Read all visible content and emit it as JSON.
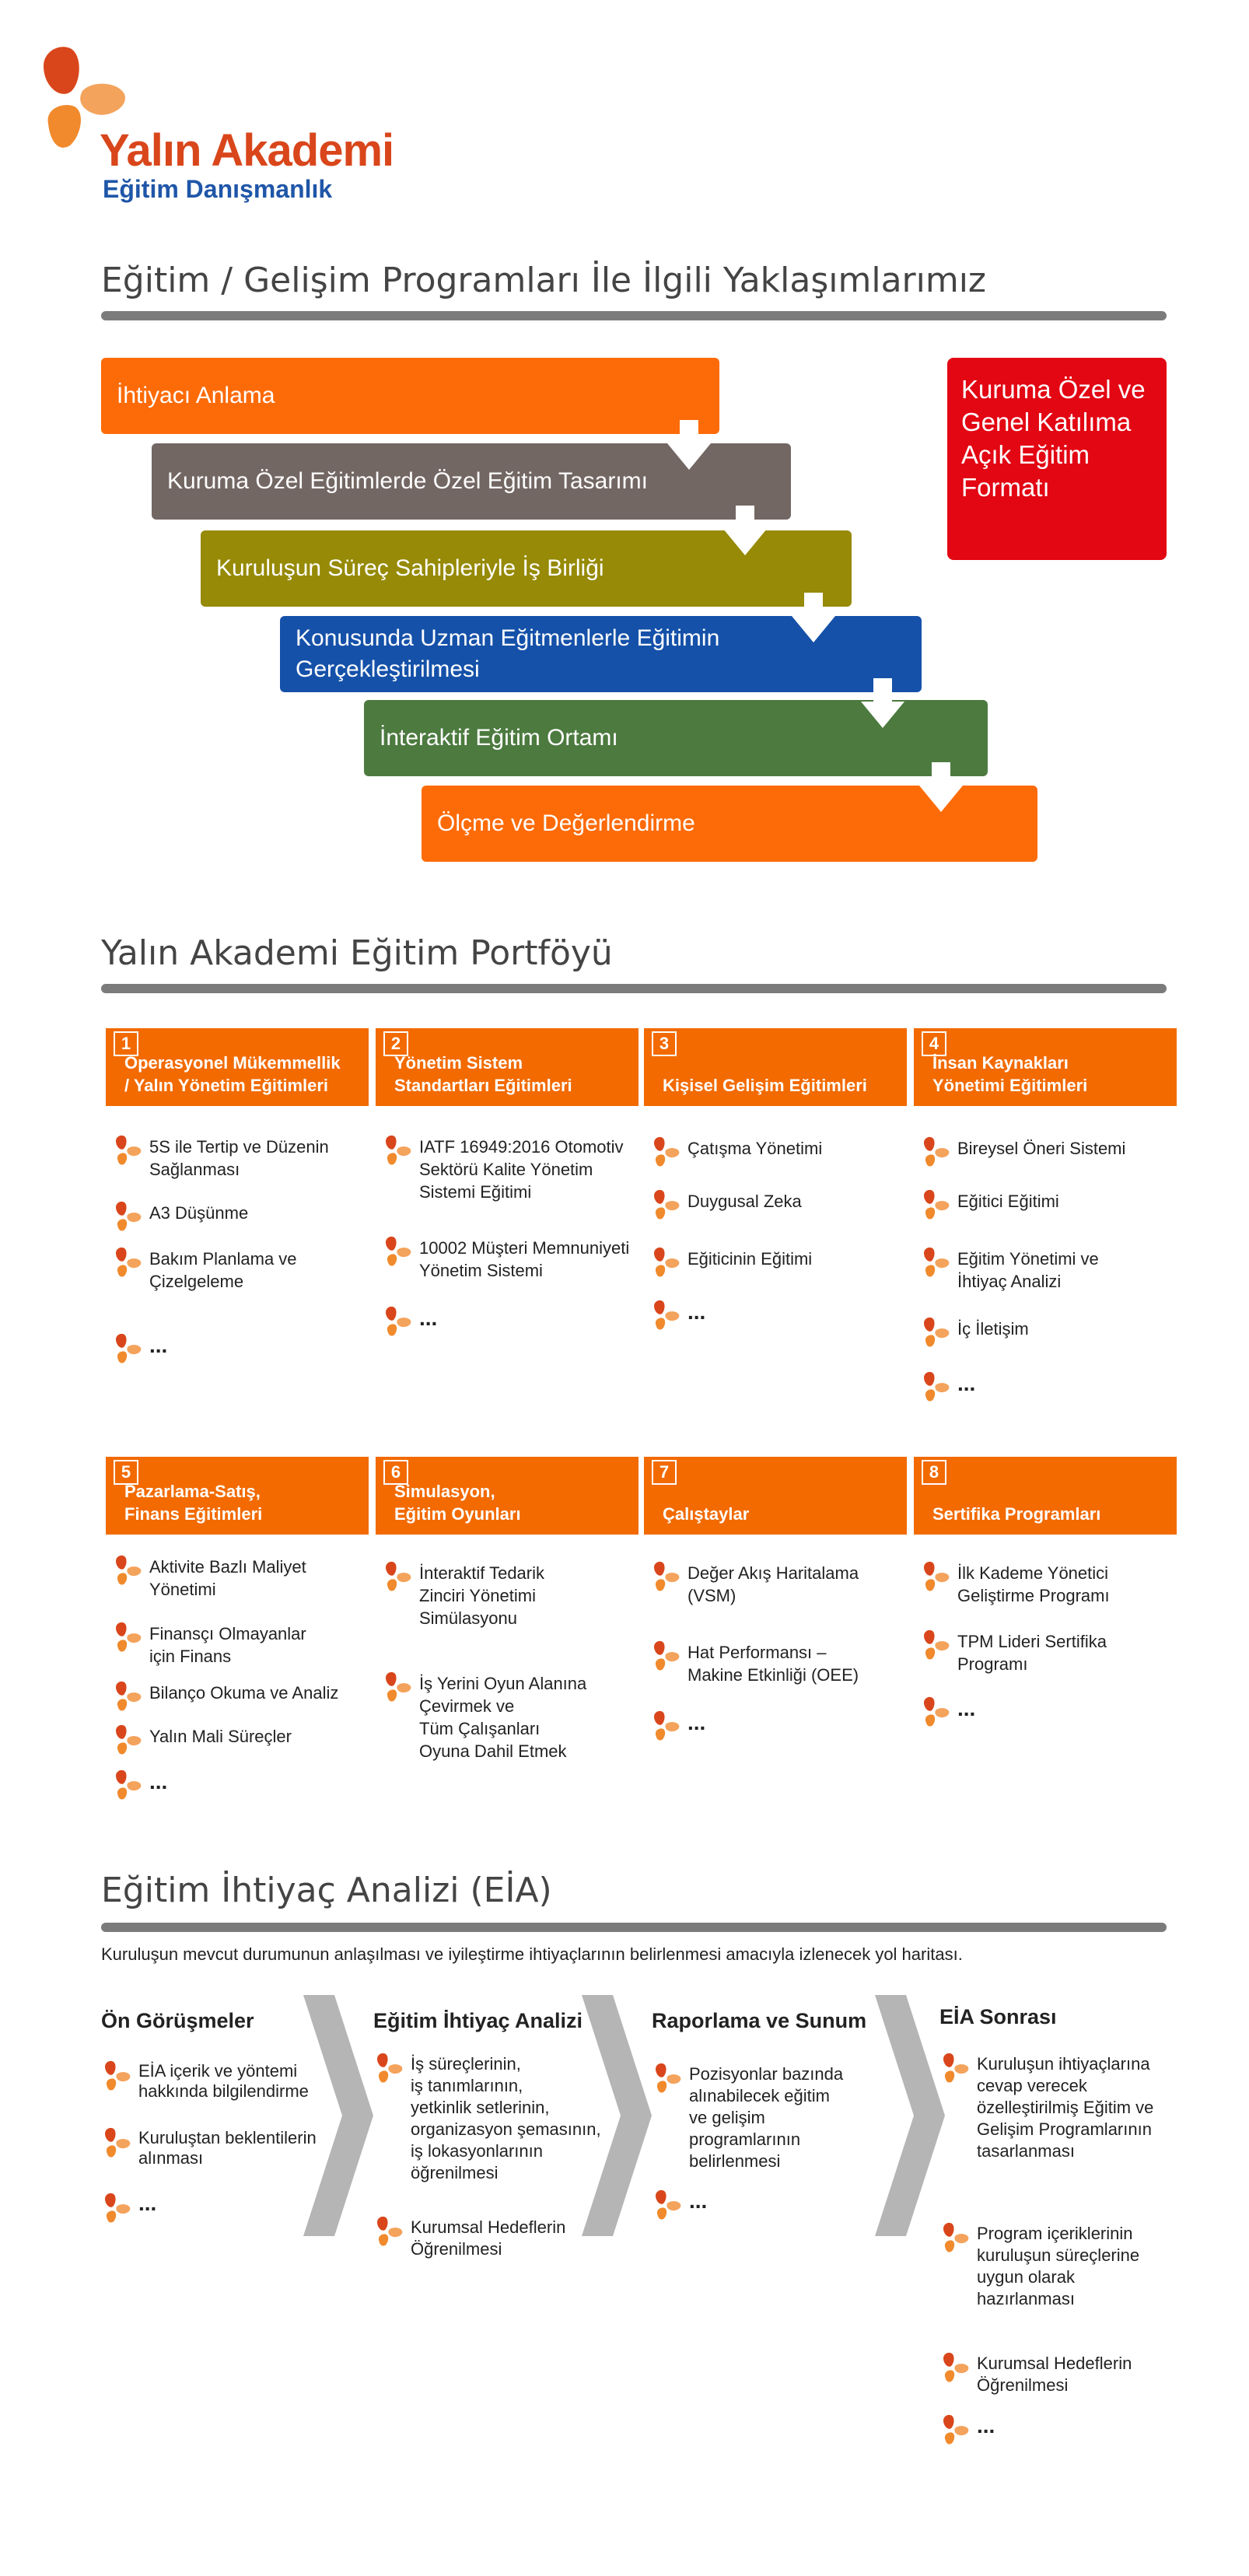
{
  "brand": {
    "name": "Yalın Akademi",
    "tagline": "Eğitim Danışmanlık",
    "colors": {
      "petal_dark": "#d9461b",
      "petal_orange": "#f08a2c",
      "petal_light": "#f4a35c",
      "tagline": "#1f56a8"
    }
  },
  "approach": {
    "title": "Eğitim / Gelişim Programları İle İlgili Yaklaşımlarımız",
    "steps": [
      {
        "label": "İhtiyacı Anlama",
        "color": "#fd6b08"
      },
      {
        "label": "Kuruma Özel Eğitimlerde Özel Eğitim Tasarımı",
        "color": "#736763"
      },
      {
        "label": "Kuruluşun Süreç Sahipleriyle İş Birliği",
        "color": "#968a06"
      },
      {
        "label_lines": [
          "Konusunda Uzman Eğitmenlerle Eğitimin",
          "Gerçekleştirilmesi"
        ],
        "color": "#1551a9"
      },
      {
        "label": "İnteraktif Eğitim Ortamı",
        "color": "#4c7a3f"
      },
      {
        "label": "Ölçme ve Değerlendirme",
        "color": "#fd6b08"
      }
    ],
    "side_box": {
      "lines": [
        "Kuruma Özel ve",
        "Genel Katılıma",
        "Açık Eğitim",
        "Formatı"
      ],
      "color": "#e30613"
    }
  },
  "portfolio": {
    "title": "Yalın Akademi Eğitim Portföyü",
    "categories": [
      {
        "num": "1",
        "label_lines": [
          "Operasyonel Mükemmellik",
          "/ Yalın Yönetim Eğitimleri"
        ],
        "items": [
          [
            "5S ile Tertip ve Düzenin",
            "Sağlanması"
          ],
          [
            "A3 Düşünme"
          ],
          [
            "Bakım Planlama ve",
            "Çizelgeleme"
          ],
          [
            "..."
          ]
        ]
      },
      {
        "num": "2",
        "label_lines": [
          "Yönetim Sistem",
          "Standartları Eğitimleri"
        ],
        "items": [
          [
            "IATF 16949:2016 Otomotiv",
            "Sektörü Kalite Yönetim",
            "Sistemi Eğitimi"
          ],
          [
            "10002 Müşteri Memnuniyeti",
            "Yönetim Sistemi"
          ],
          [
            "..."
          ]
        ]
      },
      {
        "num": "3",
        "label_lines": [
          "Kişisel Gelişim Eğitimleri"
        ],
        "items": [
          [
            "Çatışma Yönetimi"
          ],
          [
            "Duygusal Zeka"
          ],
          [
            "Eğiticinin Eğitimi"
          ],
          [
            "..."
          ]
        ]
      },
      {
        "num": "4",
        "label_lines": [
          "İnsan Kaynakları",
          "Yönetimi  Eğitimleri"
        ],
        "items": [
          [
            "Bireysel Öneri Sistemi"
          ],
          [
            "Eğitici Eğitimi"
          ],
          [
            "Eğitim Yönetimi ve",
            "İhtiyaç Analizi"
          ],
          [
            "İç İletişim"
          ],
          [
            "..."
          ]
        ]
      },
      {
        "num": "5",
        "label_lines": [
          "Pazarlama-Satış,",
          "Finans Eğitimleri"
        ],
        "items": [
          [
            "Aktivite Bazlı Maliyet",
            "Yönetimi"
          ],
          [
            "Finansçı Olmayanlar",
            "için Finans"
          ],
          [
            "Bilanço Okuma ve Analiz"
          ],
          [
            "Yalın Mali Süreçler"
          ],
          [
            "..."
          ]
        ]
      },
      {
        "num": "6",
        "label_lines": [
          "Simulasyon,",
          "Eğitim Oyunları"
        ],
        "items": [
          [
            "İnteraktif Tedarik",
            "Zinciri Yönetimi",
            "Simülasyonu"
          ],
          [
            "İş Yerini Oyun Alanına",
            "Çevirmek ve",
            "Tüm Çalışanları",
            "Oyuna Dahil Etmek"
          ]
        ]
      },
      {
        "num": "7",
        "label_lines": [
          "Çalıştaylar"
        ],
        "items": [
          [
            "Değer Akış Haritalama",
            "(VSM)"
          ],
          [
            "Hat Performansı –",
            "Makine Etkinliği (OEE)"
          ],
          [
            "..."
          ]
        ]
      },
      {
        "num": "8",
        "label_lines": [
          "Sertifika Programları"
        ],
        "items": [
          [
            "İlk Kademe Yönetici",
            "Geliştirme Programı"
          ],
          [
            "TPM Lideri Sertifika",
            "Programı"
          ],
          [
            "..."
          ]
        ]
      }
    ]
  },
  "analysis": {
    "title": "Eğitim İhtiyaç Analizi (EİA)",
    "intro": "Kuruluşun mevcut durumunun anlaşılması ve iyileştirme ihtiyaçlarının belirlenmesi amacıyla izlenecek yol haritası.",
    "columns": [
      {
        "title": "Ön Görüşmeler",
        "items": [
          [
            "EİA içerik ve yöntemi",
            "hakkında bilgilendirme"
          ],
          [
            "Kuruluştan beklentilerin",
            "alınması"
          ],
          [
            "..."
          ]
        ]
      },
      {
        "title": "Eğitim İhtiyaç Analizi",
        "items": [
          [
            "İş süreçlerinin,",
            "iş tanımlarının,",
            "yetkinlik setlerinin,",
            "organizasyon şemasının,",
            "iş lokasyonlarının",
            "öğrenilmesi"
          ],
          [
            "Kurumsal Hedeflerin",
            "Öğrenilmesi"
          ]
        ]
      },
      {
        "title": "Raporlama ve Sunum",
        "items": [
          [
            "Pozisyonlar bazında",
            "alınabilecek eğitim",
            "ve gelişim",
            "programlarının",
            "belirlenmesi"
          ],
          [
            "..."
          ]
        ]
      },
      {
        "title": "EİA Sonrası",
        "items": [
          [
            "Kuruluşun ihtiyaçlarına",
            "cevap verecek",
            "özelleştirilmiş Eğitim ve",
            "Gelişim Programlarının",
            "tasarlanması"
          ],
          [
            "Program içeriklerinin",
            "kuruluşun süreçlerine",
            "uygun olarak",
            "hazırlanması"
          ],
          [
            "Kurumsal Hedeflerin",
            "Öğrenilmesi"
          ],
          [
            "..."
          ]
        ]
      }
    ]
  }
}
